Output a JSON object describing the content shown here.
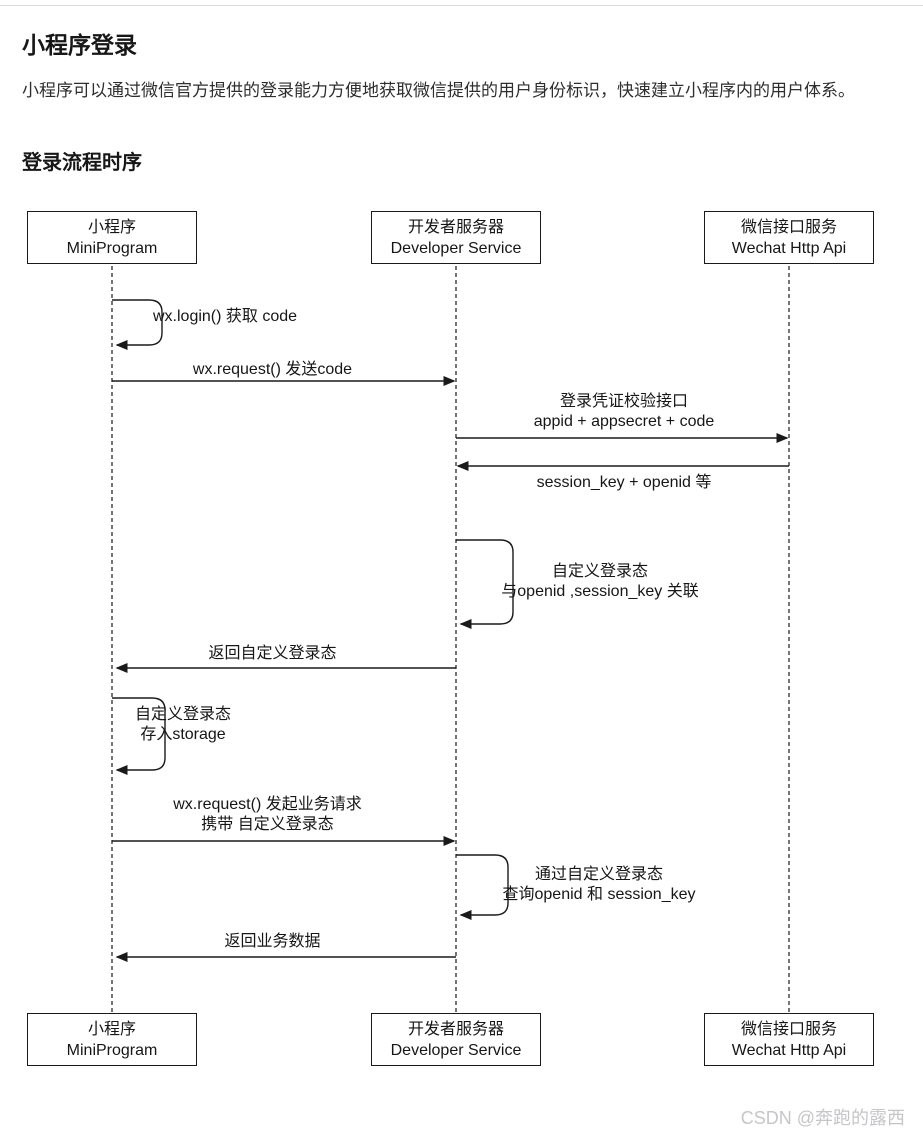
{
  "article": {
    "title": "小程序登录",
    "intro": "小程序可以通过微信官方提供的登录能力方便地获取微信提供的用户身份标识，快速建立小程序内的用户体系。",
    "section_heading": "登录流程时序"
  },
  "diagram": {
    "type": "sequence-diagram",
    "participants": [
      {
        "cn": "小程序",
        "en": "MiniProgram"
      },
      {
        "cn": "开发者服务器",
        "en": "Developer Service"
      },
      {
        "cn": "微信接口服务",
        "en": "Wechat Http Api"
      }
    ],
    "messages": [
      {
        "kind": "self",
        "actor": "MiniProgram",
        "line1": "wx.login() 获取 code"
      },
      {
        "kind": "arrow",
        "from": "MiniProgram",
        "to": "Developer Service",
        "line1": "wx.request() 发送code"
      },
      {
        "kind": "arrow",
        "from": "Developer Service",
        "to": "Wechat Http Api",
        "line1": "登录凭证校验接口",
        "line2": "appid + appsecret + code"
      },
      {
        "kind": "arrow",
        "from": "Wechat Http Api",
        "to": "Developer Service",
        "line1": "session_key + openid 等"
      },
      {
        "kind": "self",
        "actor": "Developer Service",
        "line1": "自定义登录态",
        "line2": "与openid ,session_key 关联"
      },
      {
        "kind": "arrow",
        "from": "Developer Service",
        "to": "MiniProgram",
        "line1": "返回自定义登录态"
      },
      {
        "kind": "self",
        "actor": "MiniProgram",
        "line1": "自定义登录态",
        "line2": "存入storage"
      },
      {
        "kind": "arrow",
        "from": "MiniProgram",
        "to": "Developer Service",
        "line1": "wx.request() 发起业务请求",
        "line2": "携带 自定义登录态"
      },
      {
        "kind": "self",
        "actor": "Developer Service",
        "line1": "通过自定义登录态",
        "line2": "查询openid 和 session_key"
      },
      {
        "kind": "arrow",
        "from": "Developer Service",
        "to": "MiniProgram",
        "line1": "返回业务数据"
      }
    ]
  },
  "watermark": {
    "text": "CSDN @奔跑的露西"
  },
  "colors": {
    "stroke": "#1a1a1a",
    "watermark": "#c6c6c9",
    "rule": "#dcdcdc"
  }
}
